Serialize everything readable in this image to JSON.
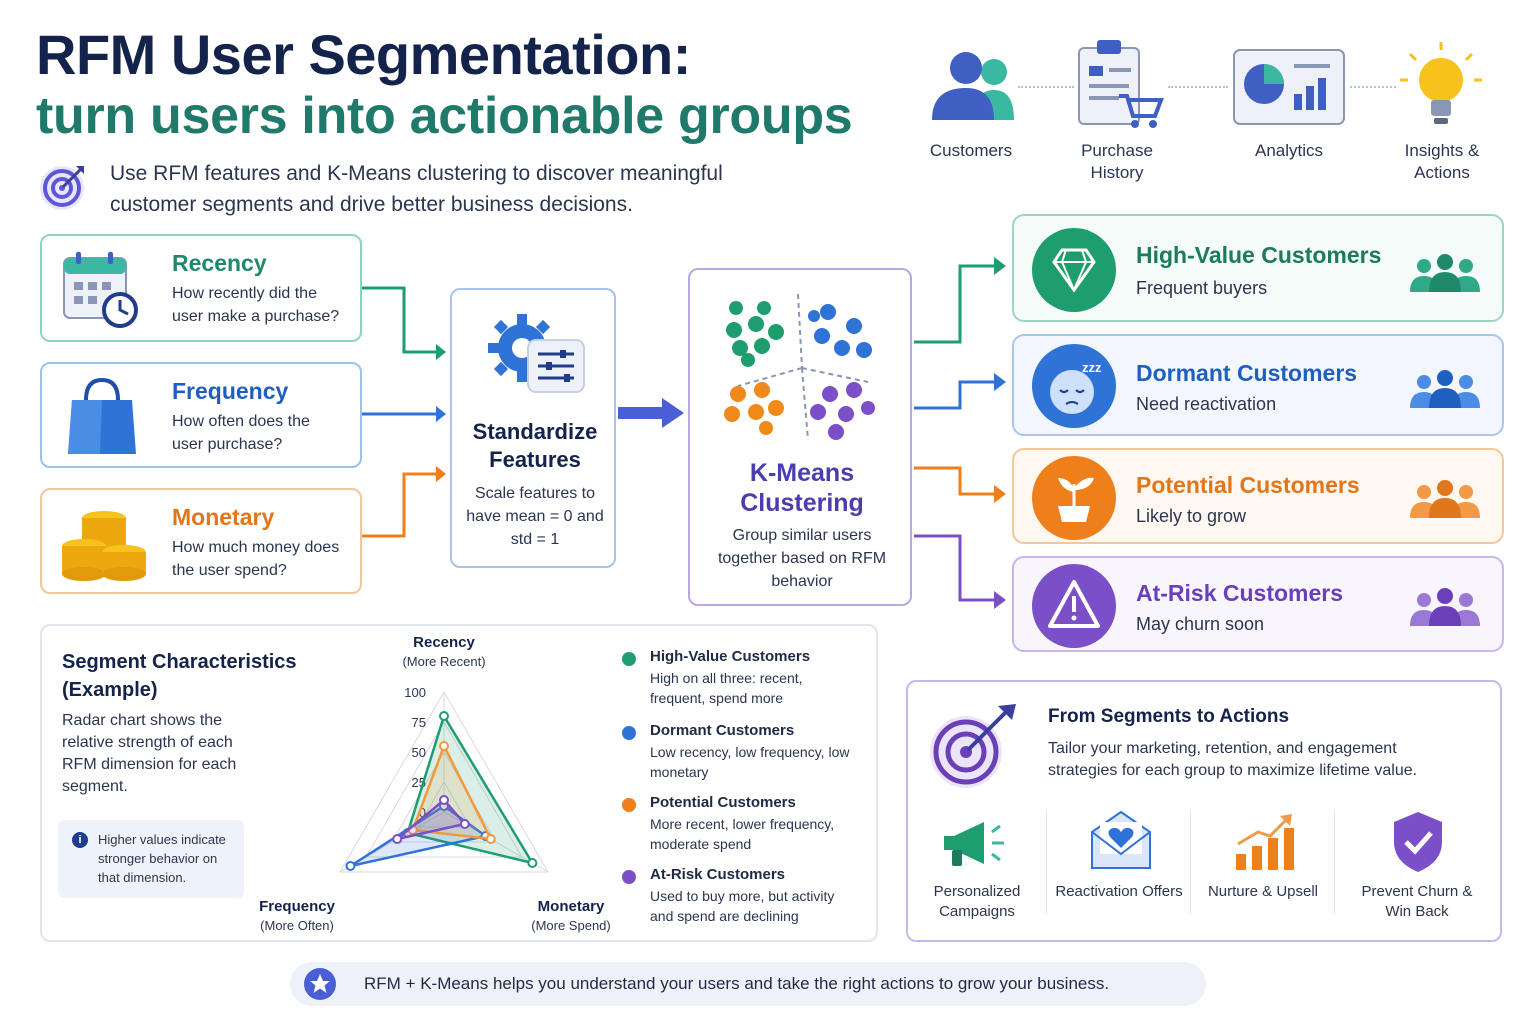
{
  "header": {
    "title_line1": "RFM User Segmentation:",
    "title_line2": "turn users into actionable groups",
    "subtitle": "Use RFM features and K-Means clustering to discover meaningful customer segments and drive better business decisions."
  },
  "pipeline": {
    "steps": [
      "Customers",
      "Purchase History",
      "Analytics",
      "Insights & Actions"
    ]
  },
  "features": {
    "recency": {
      "title": "Recency",
      "desc": "How recently did the user make a purchase?"
    },
    "frequency": {
      "title": "Frequency",
      "desc": "How often does the user purchase?"
    },
    "monetary": {
      "title": "Monetary",
      "desc": "How much money does the user spend?"
    }
  },
  "standardize": {
    "title": "Standardize Features",
    "desc": "Scale features to have mean = 0 and std = 1"
  },
  "kmeans": {
    "title": "K-Means Clustering",
    "desc": "Group similar users together based on RFM behavior"
  },
  "segments": [
    {
      "title": "High-Value Customers",
      "desc": "Frequent buyers",
      "color": "#1e9e6e"
    },
    {
      "title": "Dormant Customers",
      "desc": "Need reactivation",
      "color": "#1f6fd1"
    },
    {
      "title": "Potential Customers",
      "desc": "Likely to grow",
      "color": "#ef7f1a"
    },
    {
      "title": "At-Risk Customers",
      "desc": "May churn soon",
      "color": "#7b4fc7"
    }
  ],
  "characteristics": {
    "title": "Segment Characteristics (Example)",
    "desc": "Radar chart shows the relative strength of each RFM dimension for each segment.",
    "note": "Higher values indicate stronger behavior on that dimension."
  },
  "chart_data": {
    "type": "radar",
    "axes": [
      {
        "label": "Recency",
        "sublabel": "(More Recent)"
      },
      {
        "label": "Frequency",
        "sublabel": "(More Often)"
      },
      {
        "label": "Monetary",
        "sublabel": "(More Spend)"
      }
    ],
    "ticks": [
      "100",
      "75",
      "50",
      "25",
      "0"
    ],
    "range": [
      0,
      100
    ],
    "series": [
      {
        "name": "High-Value Customers",
        "values": [
          80,
          35,
          85
        ],
        "color": "#1e9e6e"
      },
      {
        "name": "Dormant Customers",
        "values": [
          5,
          90,
          40
        ],
        "color": "#2f73d6"
      },
      {
        "name": "Potential Customers",
        "values": [
          55,
          30,
          45
        ],
        "color": "#f09a3a"
      },
      {
        "name": "At-Risk Customers",
        "values": [
          10,
          45,
          20
        ],
        "color": "#7b4fc7"
      }
    ]
  },
  "legend": [
    {
      "title": "High-Value Customers",
      "desc": "High on all three: recent, frequent, spend more",
      "color": "#1e9e6e"
    },
    {
      "title": "Dormant Customers",
      "desc": "Low recency, low frequency, low monetary",
      "color": "#1f6fd1"
    },
    {
      "title": "Potential Customers",
      "desc": "More recent, lower frequency, moderate spend",
      "color": "#ef7f1a"
    },
    {
      "title": "At-Risk Customers",
      "desc": "Used to buy more, but activity and spend are declining",
      "color": "#7b4fc7"
    }
  ],
  "actions": {
    "title": "From Segments to Actions",
    "desc": "Tailor your marketing, retention, and engagement strategies for each group to maximize lifetime value.",
    "items": [
      "Personalized Campaigns",
      "Reactivation Offers",
      "Nurture & Upsell",
      "Prevent Churn & Win Back"
    ]
  },
  "footer": {
    "text": "RFM + K-Means helps you understand your users and take the right actions to grow your business."
  }
}
